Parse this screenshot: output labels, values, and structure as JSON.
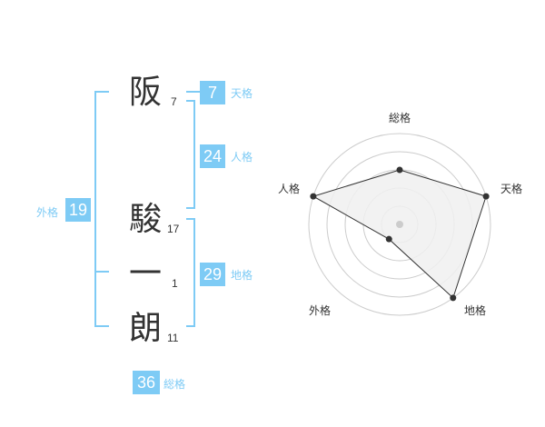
{
  "name": {
    "characters": [
      {
        "char": "阪",
        "strokes": "7"
      },
      {
        "char": "駿",
        "strokes": "17"
      },
      {
        "char": "一",
        "strokes": "1"
      },
      {
        "char": "朗",
        "strokes": "11"
      }
    ]
  },
  "fortunes": {
    "tenkaku": {
      "value": "7",
      "label": "天格"
    },
    "jinkaku": {
      "value": "24",
      "label": "人格"
    },
    "chikaku": {
      "value": "29",
      "label": "地格"
    },
    "gaikaku": {
      "value": "19",
      "label": "外格"
    },
    "soukaku": {
      "value": "36",
      "label": "総格"
    }
  },
  "radar": {
    "axes": [
      "総格",
      "天格",
      "地格",
      "外格",
      "人格"
    ],
    "levels": 5,
    "values": [
      3,
      5,
      5,
      1,
      5
    ],
    "max": 5,
    "colors": {
      "fill": "#f0f0f0",
      "stroke": "#333333",
      "grid": "#cccccc",
      "center": "#cccccc"
    }
  },
  "colors": {
    "accent": "#7ecbf5"
  }
}
